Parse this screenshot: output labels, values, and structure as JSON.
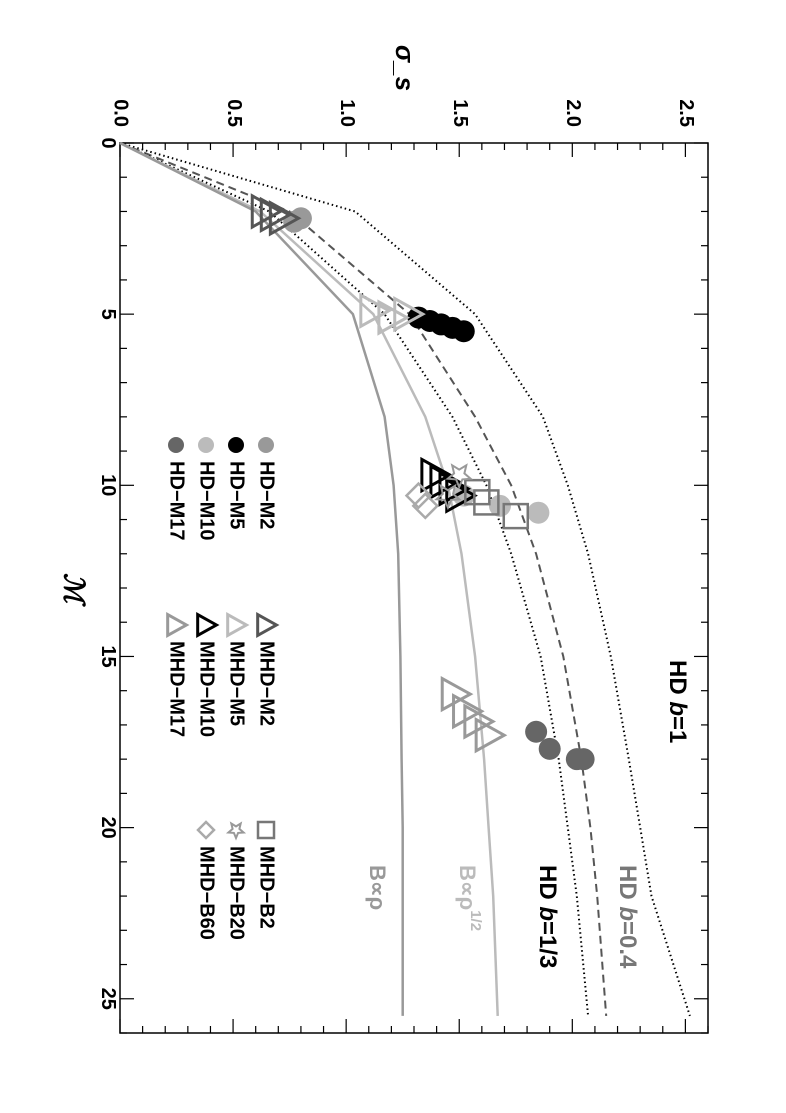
{
  "chart_data": {
    "type": "scatter",
    "orientation": "rotated 90 degrees clockwise (x axis runs down the page, y axis runs right)",
    "xlabel": "ℳ",
    "ylabel": "σ_s",
    "xlim": [
      0,
      26
    ],
    "ylim": [
      0,
      2.6
    ],
    "x_ticks": [
      "0",
      "5",
      "10",
      "15",
      "20",
      "25"
    ],
    "y_ticks": [
      "0.0",
      "0.5",
      "1.0",
      "1.5",
      "2.0",
      "2.5"
    ],
    "grid": false,
    "legend_placement": "lower-left of the plot area (page middle)",
    "model_curves": [
      {
        "name": "HD  b=1",
        "style": "dotted",
        "color": "#000000",
        "b": 1.0,
        "x": [
          0,
          2,
          5,
          8,
          10,
          12,
          15,
          18,
          20,
          22,
          25.5
        ],
        "y": [
          0,
          1.04,
          1.57,
          1.87,
          1.98,
          2.07,
          2.17,
          2.25,
          2.3,
          2.35,
          2.52
        ]
      },
      {
        "name": "HD  b=0.4",
        "style": "dashed",
        "color": "#555555",
        "b": 0.4,
        "x": [
          0,
          2,
          5,
          8,
          10,
          12,
          15,
          18,
          20,
          22,
          25.5
        ],
        "y": [
          0,
          0.75,
          1.28,
          1.57,
          1.73,
          1.84,
          1.96,
          2.04,
          2.08,
          2.11,
          2.15
        ]
      },
      {
        "name": "HD  b=1/3",
        "style": "dotted",
        "color": "#000000",
        "b": 0.3333,
        "x": [
          0,
          2,
          5,
          8,
          10,
          12,
          15,
          18,
          20,
          22,
          25.5
        ],
        "y": [
          0,
          0.66,
          1.17,
          1.47,
          1.62,
          1.73,
          1.86,
          1.94,
          1.98,
          2.02,
          2.07
        ]
      },
      {
        "name": "B∝ρ^1/2",
        "style": "solid",
        "color": "#bbbbbb",
        "x": [
          0,
          2,
          5,
          8,
          10,
          12,
          15,
          18,
          20,
          22,
          25.5
        ],
        "y": [
          0,
          0.62,
          1.12,
          1.35,
          1.45,
          1.51,
          1.57,
          1.61,
          1.63,
          1.65,
          1.67
        ]
      },
      {
        "name": "B∝ρ",
        "style": "solid",
        "color": "#999999",
        "x": [
          0,
          2,
          5,
          8,
          10,
          12,
          15,
          18,
          20,
          22,
          25.5
        ],
        "y": [
          0,
          0.6,
          1.03,
          1.17,
          1.21,
          1.23,
          1.24,
          1.245,
          1.25,
          1.25,
          1.25
        ]
      }
    ],
    "curve_labels": [
      {
        "text_prefix": "HD ",
        "b_glyph": "b",
        "text_suffix": "=1",
        "color": "#000000"
      },
      {
        "text_prefix": "HD ",
        "b_glyph": "b",
        "text_suffix": "=0.4",
        "color": "#777777"
      },
      {
        "text_prefix": "HD ",
        "b_glyph": "b",
        "text_suffix": "=1/3",
        "color": "#000000"
      },
      {
        "text_prefix": "B∝ρ",
        "b_glyph": "",
        "text_suffix": "1/2",
        "color": "#bbbbbb"
      },
      {
        "text_prefix": "B∝ρ",
        "b_glyph": "",
        "text_suffix": "",
        "color": "#999999"
      }
    ],
    "series": [
      {
        "name": "HD−M2",
        "marker": "circle",
        "color": "#999999",
        "points": [
          [
            2.2,
            0.8
          ],
          [
            2.3,
            0.77
          ]
        ]
      },
      {
        "name": "HD−M5",
        "marker": "circle",
        "color": "#000000",
        "points": [
          [
            5.1,
            1.32
          ],
          [
            5.2,
            1.37
          ],
          [
            5.3,
            1.42
          ],
          [
            5.4,
            1.47
          ],
          [
            5.5,
            1.52
          ]
        ]
      },
      {
        "name": "HD−M10",
        "marker": "circle",
        "color": "#bbbbbb",
        "points": [
          [
            10.3,
            1.52
          ],
          [
            10.6,
            1.68
          ],
          [
            10.8,
            1.85
          ]
        ]
      },
      {
        "name": "HD−M17",
        "marker": "circle",
        "color": "#666666",
        "points": [
          [
            17.2,
            1.84
          ],
          [
            17.7,
            1.9
          ],
          [
            18.0,
            2.02
          ],
          [
            18.0,
            2.05
          ]
        ]
      },
      {
        "name": "MHD−M2",
        "marker": "triangle",
        "color": "#555555",
        "points": [
          [
            2.0,
            0.64
          ],
          [
            2.1,
            0.68
          ],
          [
            2.2,
            0.72
          ]
        ]
      },
      {
        "name": "MHD−M5",
        "marker": "triangle",
        "color": "#bbbbbb",
        "points": [
          [
            4.9,
            1.12
          ],
          [
            5.1,
            1.2
          ],
          [
            5.0,
            1.27
          ]
        ]
      },
      {
        "name": "MHD−M10",
        "marker": "triangle",
        "color": "#000000",
        "points": [
          [
            9.7,
            1.39
          ],
          [
            9.9,
            1.43
          ],
          [
            10.1,
            1.47
          ],
          [
            10.3,
            1.5
          ]
        ]
      },
      {
        "name": "MHD−M17",
        "marker": "triangle",
        "color": "#999999",
        "points": [
          [
            16.1,
            1.48
          ],
          [
            16.6,
            1.53
          ],
          [
            16.9,
            1.58
          ],
          [
            17.3,
            1.63
          ]
        ]
      },
      {
        "name": "MHD−B2",
        "marker": "square",
        "color": "#777777",
        "points": [
          [
            10.2,
            1.58
          ],
          [
            10.5,
            1.62
          ],
          [
            10.9,
            1.75
          ]
        ]
      },
      {
        "name": "MHD−B20",
        "marker": "star",
        "color": "#999999",
        "points": [
          [
            9.7,
            1.5
          ],
          [
            10.3,
            1.45
          ]
        ]
      },
      {
        "name": "MHD−B60",
        "marker": "diamond",
        "color": "#aaaaaa",
        "points": [
          [
            10.3,
            1.32
          ],
          [
            10.6,
            1.35
          ]
        ]
      }
    ]
  }
}
